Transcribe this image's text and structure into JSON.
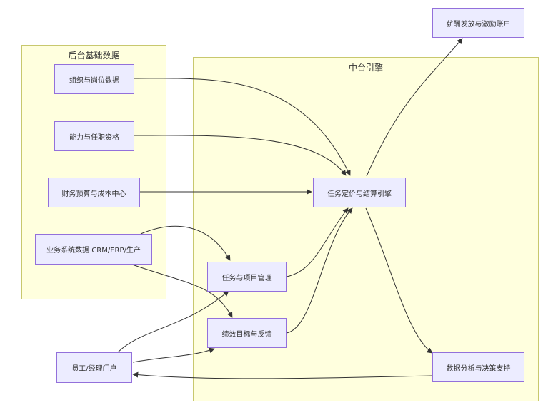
{
  "clusters": {
    "backend": {
      "title": "后台基础数据"
    },
    "middle": {
      "title": "中台引擎"
    }
  },
  "nodes": {
    "org": "组织与岗位数据",
    "skill": "能力与任职资格",
    "finance": "财务预算与成本中心",
    "biz": "业务系统数据 CRM/ERP/生产",
    "engine": "任务定价与结算引擎",
    "task": "任务与项目管理",
    "perf": "绩效目标与反馈",
    "pay": "薪酬发放与激励账户",
    "analytics": "数据分析与决策支持",
    "portal": "员工/经理门户"
  },
  "edges": [
    {
      "from": "org",
      "to": "engine"
    },
    {
      "from": "skill",
      "to": "engine"
    },
    {
      "from": "finance",
      "to": "engine"
    },
    {
      "from": "biz",
      "to": "task"
    },
    {
      "from": "biz",
      "to": "perf"
    },
    {
      "from": "task",
      "to": "engine"
    },
    {
      "from": "perf",
      "to": "engine"
    },
    {
      "from": "engine",
      "to": "pay"
    },
    {
      "from": "engine",
      "to": "analytics"
    },
    {
      "from": "analytics",
      "to": "portal"
    },
    {
      "from": "portal",
      "to": "task"
    },
    {
      "from": "portal",
      "to": "perf"
    }
  ]
}
